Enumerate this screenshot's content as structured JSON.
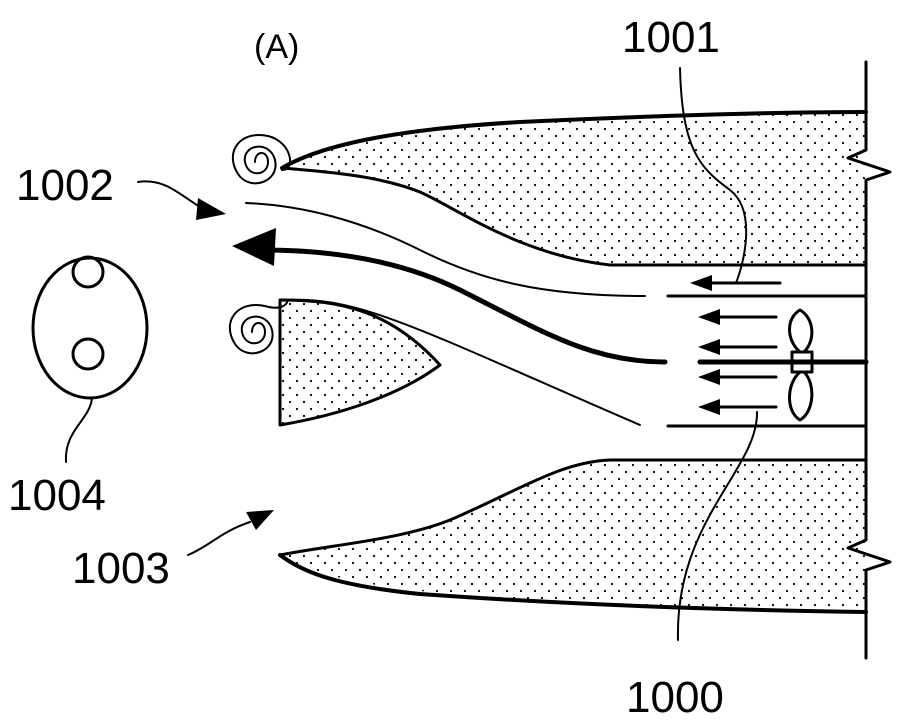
{
  "figure": {
    "panel_label": "(A)",
    "labels": {
      "l1000": "1000",
      "l1001": "1001",
      "l1002": "1002",
      "l1003": "1003",
      "l1004": "1004"
    }
  }
}
